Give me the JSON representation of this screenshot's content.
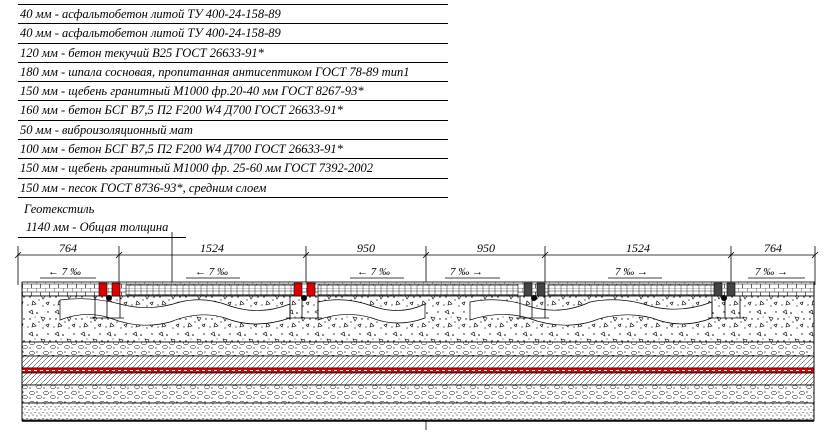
{
  "legend": {
    "layers": [
      "40 мм - асфальтобетон литой ТУ 400-24-158-89",
      "40 мм - асфальтобетон литой ТУ 400-24-158-89",
      "120 мм - бетон текучий В25 ГОСТ 26633-91*",
      "180 мм - шпала сосновая, пропитанная антисептиком ГОСТ 78-89 тип1",
      "150 мм - щебень гранитный М1000 фр.20-40 мм ГОСТ 8267-93*",
      "160 мм - бетон БСГ В7,5 П2 F200 W4 Д700 ГОСТ 26633-91*",
      "50 мм - виброизоляционный мат",
      "100 мм - бетон БСГ В7,5 П2 F200 W4 Д700 ГОСТ 26633-91*",
      "150 мм - щебень гранитный М1000 фр. 25-60 мм ГОСТ 7392-2002",
      "150 мм - песок ГОСТ 8736-93*, средним слоем"
    ],
    "geotextile": "Геотекстиль",
    "total": "1140 мм - Общая толщина"
  },
  "dimensions": [
    "764",
    "1524",
    "950",
    "950",
    "1524",
    "764"
  ],
  "slopes": {
    "left": [
      "← 7 ‰",
      "← 7 ‰",
      "← 7 ‰"
    ],
    "right": [
      "7 ‰ →",
      "7 ‰ →",
      "7 ‰ →"
    ]
  },
  "colors": {
    "rail_mark": "#e00000",
    "vibro_mat": "#e00000",
    "line": "#000000"
  }
}
